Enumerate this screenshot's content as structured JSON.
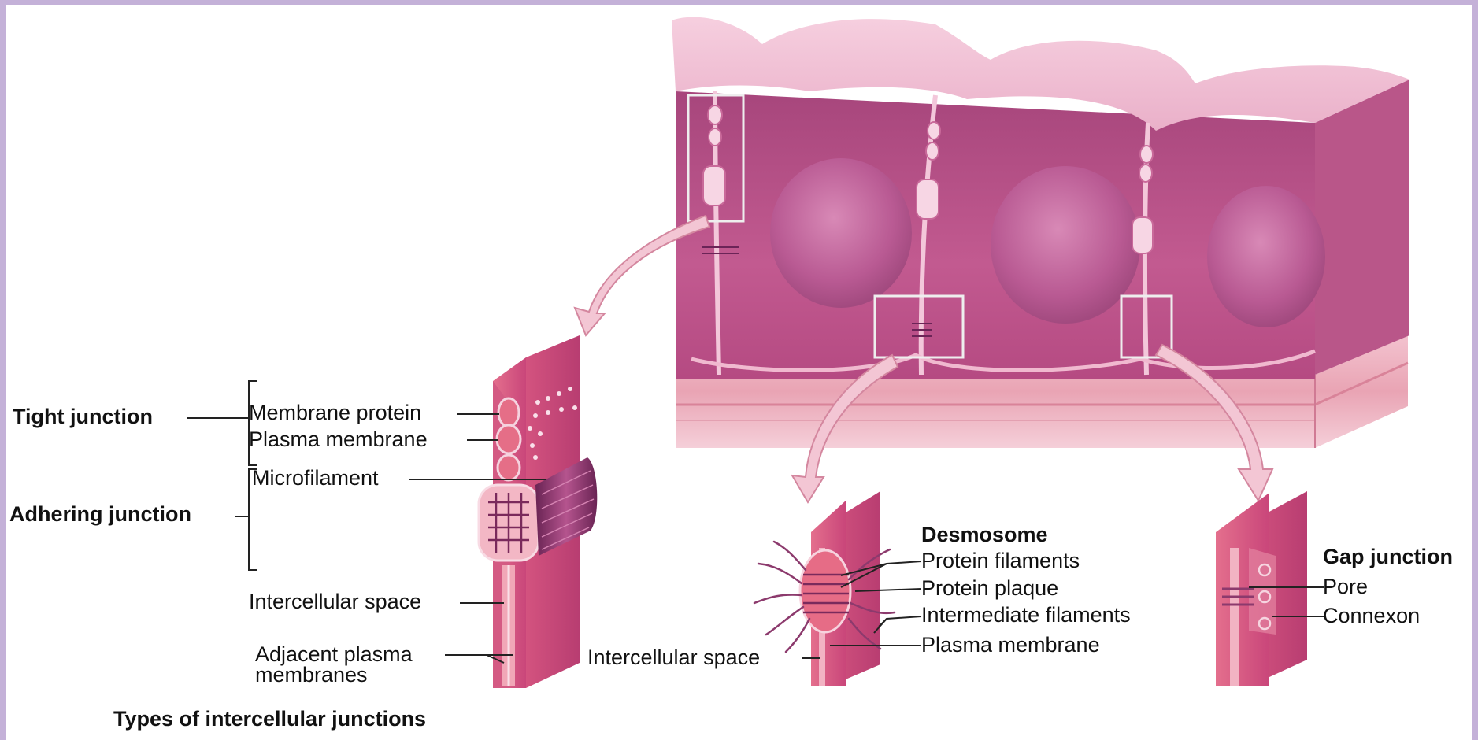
{
  "figure": {
    "caption": "Types of intercellular junctions"
  },
  "tight_junction": {
    "title": "Tight junction",
    "membrane_protein": "Membrane protein",
    "plasma_membrane": "Plasma membrane"
  },
  "adhering_junction": {
    "title": "Adhering junction",
    "microfilament": "Microfilament",
    "intercellular_space": "Intercellular space",
    "adjacent_membranes_line1": "Adjacent plasma",
    "adjacent_membranes_line2": "membranes"
  },
  "desmosome": {
    "title": "Desmosome",
    "protein_filaments": "Protein filaments",
    "protein_plaque": "Protein plaque",
    "intermediate_filaments": "Intermediate filaments",
    "plasma_membrane": "Plasma membrane",
    "intercellular_space": "Intercellular space"
  },
  "gap_junction": {
    "title": "Gap junction",
    "pore": "Pore",
    "connexon": "Connexon"
  },
  "colors": {
    "page_border": "#c4b1d8",
    "tissue": "#b84e86",
    "membrane": "#e07a8e",
    "arrow": "#f3c6d4"
  }
}
